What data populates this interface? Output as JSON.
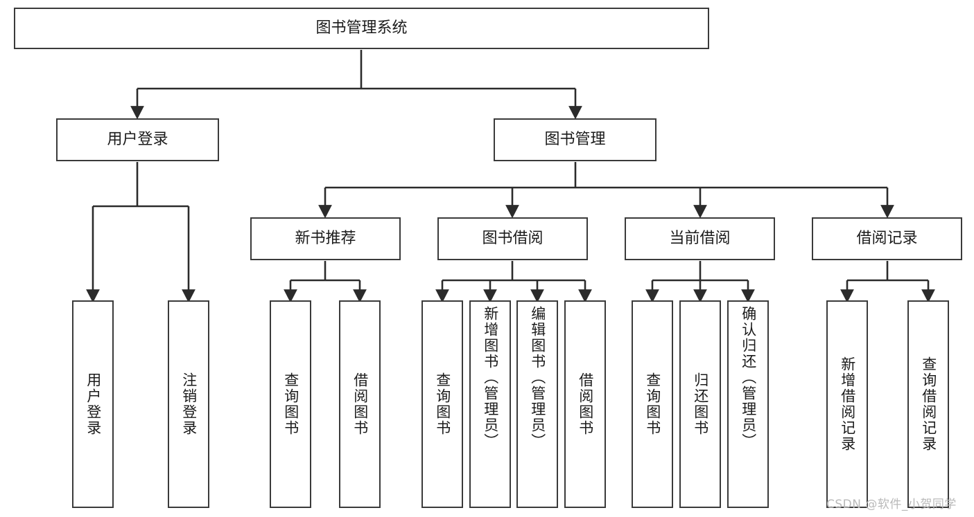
{
  "diagram": {
    "title": "图书管理系统",
    "type": "tree-hierarchy",
    "watermark": "CSDN @软件_小贺同学",
    "colors": {
      "box_border": "#3a3a3a",
      "box_fill": "#ffffff",
      "edge": "#2b2b2b",
      "text": "#1b1b1b",
      "watermark": "#b9b9b9"
    },
    "levels": {
      "root": {
        "label": "图书管理系统"
      },
      "level2": [
        {
          "label": "用户登录"
        },
        {
          "label": "图书管理"
        }
      ],
      "level3": [
        {
          "label": "新书推荐"
        },
        {
          "label": "图书借阅"
        },
        {
          "label": "当前借阅"
        },
        {
          "label": "借阅记录"
        }
      ],
      "leaves": {
        "user_login": [
          {
            "label": "用户登录"
          },
          {
            "label": "注销登录"
          }
        ],
        "new_book_recommend": [
          {
            "label": "查询图书"
          },
          {
            "label": "借阅图书"
          }
        ],
        "book_borrow": [
          {
            "label": "查询图书"
          },
          {
            "label": "新增图书（管理员）"
          },
          {
            "label": "编辑图书（管理员）"
          },
          {
            "label": "借阅图书"
          }
        ],
        "current_borrow": [
          {
            "label": "查询图书"
          },
          {
            "label": "归还图书"
          },
          {
            "label": "确认归还（管理员）"
          }
        ],
        "borrow_record": [
          {
            "label": "新增借阅记录"
          },
          {
            "label": "查询借阅记录"
          }
        ]
      }
    }
  }
}
